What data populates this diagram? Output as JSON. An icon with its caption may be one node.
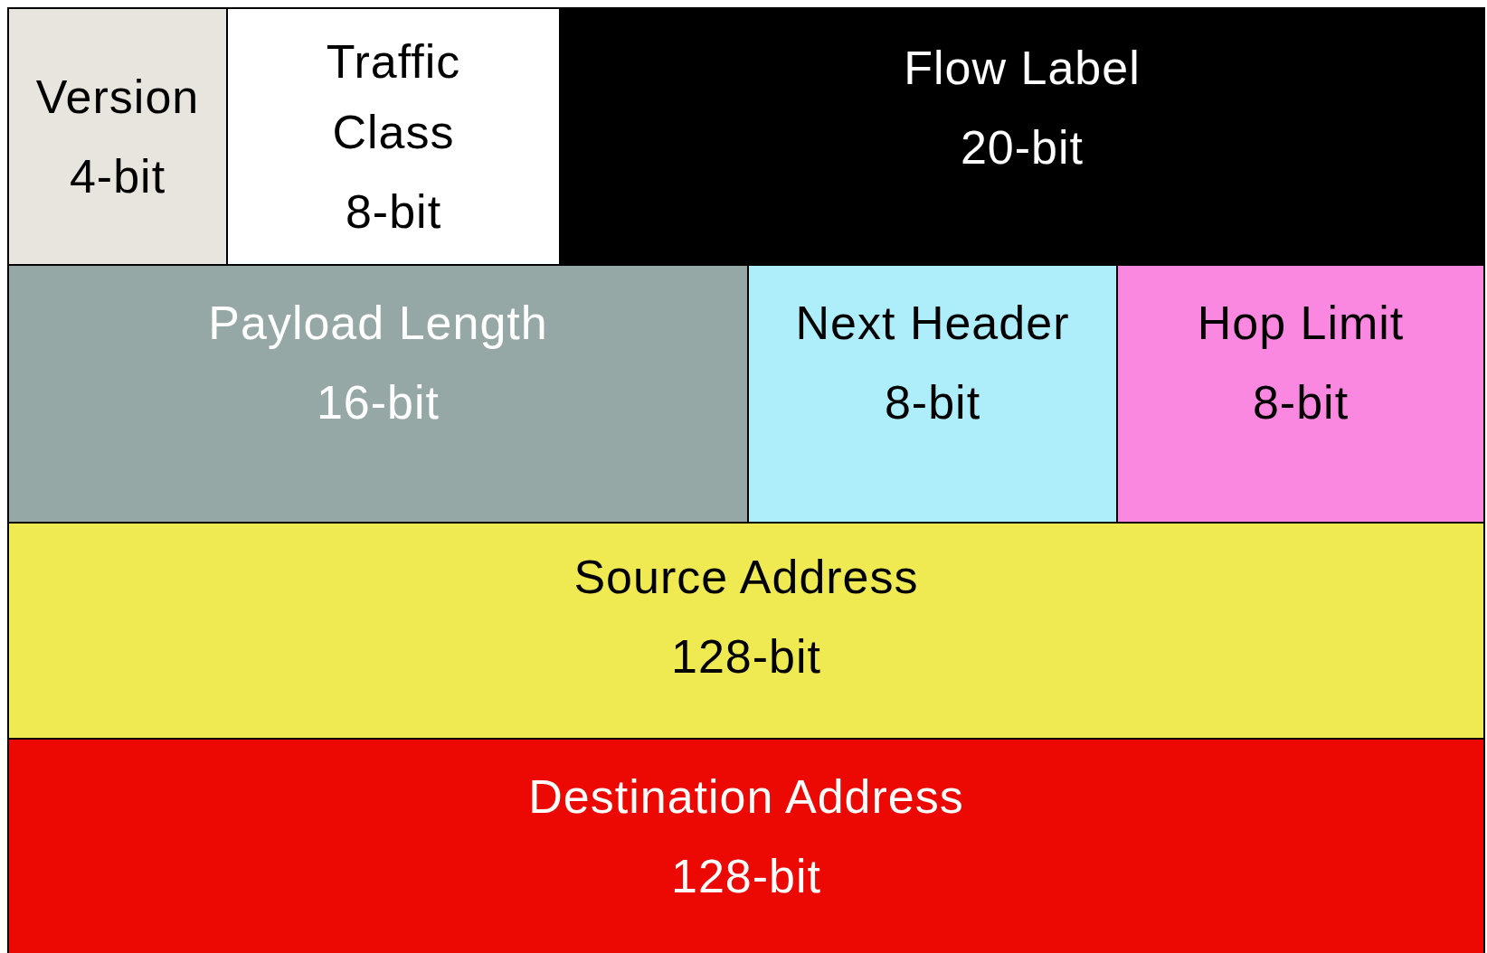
{
  "diagram": {
    "nodes": [
      {
        "text": [
          "Version",
          "4-bit"
        ]
      },
      {
        "text": [
          "Traffic Class",
          "8-bit"
        ]
      },
      {
        "text": [
          "Flow Label",
          "20-bit"
        ]
      },
      {
        "text": [
          "Payload Length",
          "16-bit"
        ]
      },
      {
        "text": [
          "Next Header",
          "8-bit"
        ]
      },
      {
        "text": [
          "Hop Limit",
          "8-bit"
        ]
      },
      {
        "text": [
          "Source Address",
          "128-bit"
        ]
      },
      {
        "text": [
          "Destination Address",
          "128-bit"
        ]
      }
    ]
  }
}
